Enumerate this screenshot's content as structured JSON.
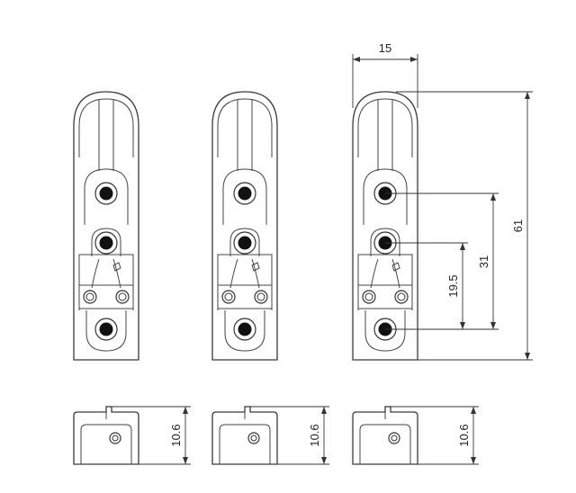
{
  "dimensions": {
    "width": "15",
    "height": "61",
    "hole_spacing_long": "31",
    "hole_spacing_short": "19.5",
    "thickness": "10.6"
  }
}
